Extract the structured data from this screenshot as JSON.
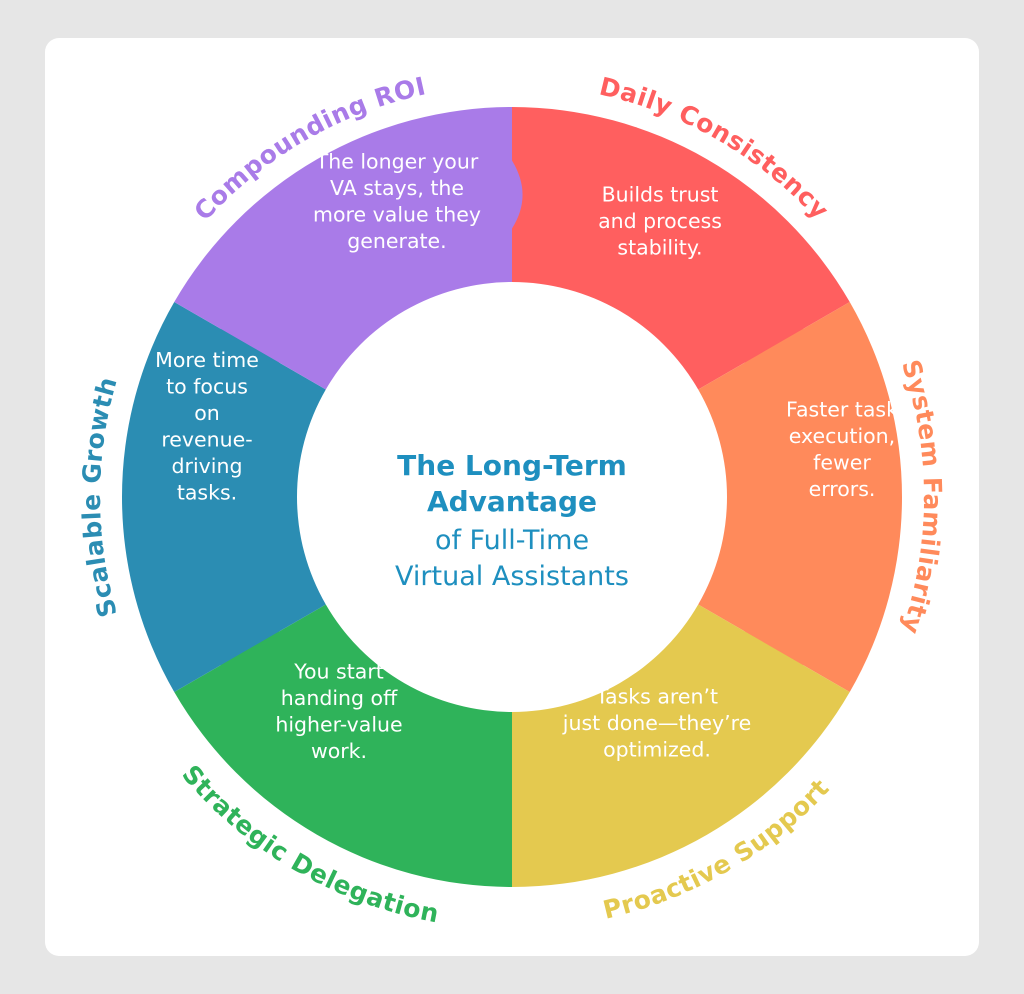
{
  "title": {
    "line1": "The Long-Term",
    "line2": "Advantage",
    "line3": "of Full-Time",
    "line4": "Virtual Assistants"
  },
  "colors": {
    "background": "#e6e6e6",
    "card": "#ffffff",
    "title": "#1e8fbf"
  },
  "segments": [
    {
      "id": "daily-consistency",
      "label": "Daily Consistency",
      "color": "#ff5f5f",
      "text": [
        "Builds trust",
        "and process",
        "stability."
      ]
    },
    {
      "id": "system-familiarity",
      "label": "System Familiarity",
      "color": "#ff8a5b",
      "text": [
        "Faster task",
        "execution,",
        "fewer",
        "errors."
      ]
    },
    {
      "id": "proactive-support",
      "label": "Proactive Support",
      "color": "#e4c94f",
      "text": [
        "Tasks aren’t",
        "just done—they’re",
        "optimized."
      ]
    },
    {
      "id": "strategic-delegation",
      "label": "Strategic Delegation",
      "color": "#2fb35a",
      "text": [
        "You start",
        "handing off",
        "higher-value",
        "work."
      ]
    },
    {
      "id": "scalable-growth",
      "label": "Scalable Growth",
      "color": "#2b8db3",
      "text": [
        "More time",
        "to focus",
        "on",
        "revenue-",
        "driving",
        "tasks."
      ]
    },
    {
      "id": "compounding-roi",
      "label": "Compounding ROI",
      "color": "#a97be8",
      "text": [
        "The longer your",
        "VA stays, the",
        "more value they",
        "generate."
      ]
    }
  ]
}
